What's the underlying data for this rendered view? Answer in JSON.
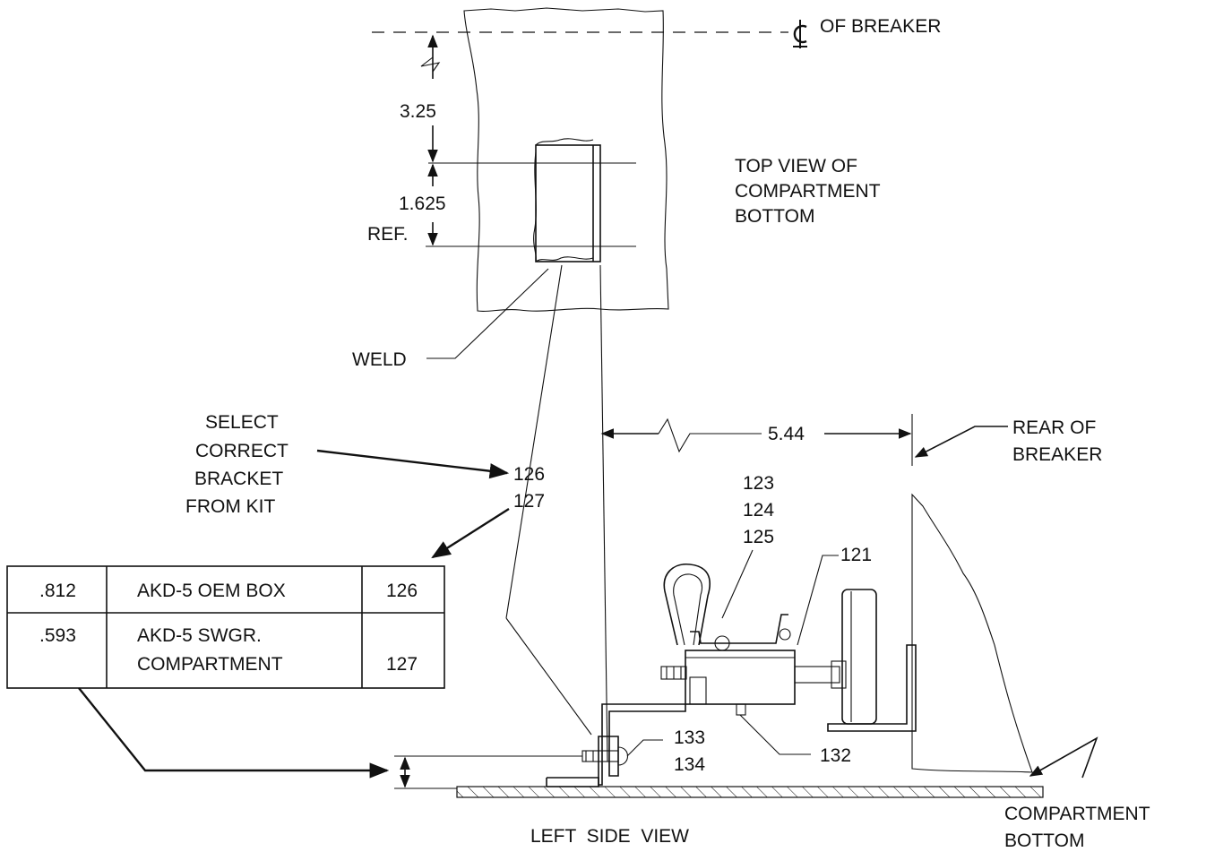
{
  "top_view": {
    "centerline_label": "OF BREAKER",
    "centerline_symbol": "℄",
    "title_lines": [
      "TOP VIEW OF",
      "COMPARTMENT",
      "BOTTOM"
    ],
    "dim_upper": "3.25",
    "dim_lower": "1.625",
    "dim_lower_ref": "REF.",
    "weld_label": "WELD"
  },
  "side_view": {
    "title": "LEFT  SIDE  VIEW",
    "dim_horizontal": "5.44",
    "rear_label_lines": [
      "REAR OF",
      "BREAKER"
    ],
    "select_note_lines": [
      "SELECT",
      "CORRECT",
      "BRACKET",
      "FROM KIT"
    ],
    "bracket_callouts": [
      "126",
      "127"
    ],
    "part_callouts_stack": [
      "123",
      "124",
      "125"
    ],
    "callout_121": "121",
    "callout_132": "132",
    "callout_bolt": [
      "133",
      "134"
    ],
    "compartment_label_lines": [
      "COMPARTMENT",
      "BOTTOM"
    ]
  },
  "bracket_table": {
    "rows": [
      {
        "dim": ".812",
        "desc": [
          "AKD-5 OEM BOX"
        ],
        "part": "126"
      },
      {
        "dim": ".593",
        "desc": [
          "AKD-5 SWGR.",
          "COMPARTMENT"
        ],
        "part": "127"
      }
    ]
  }
}
